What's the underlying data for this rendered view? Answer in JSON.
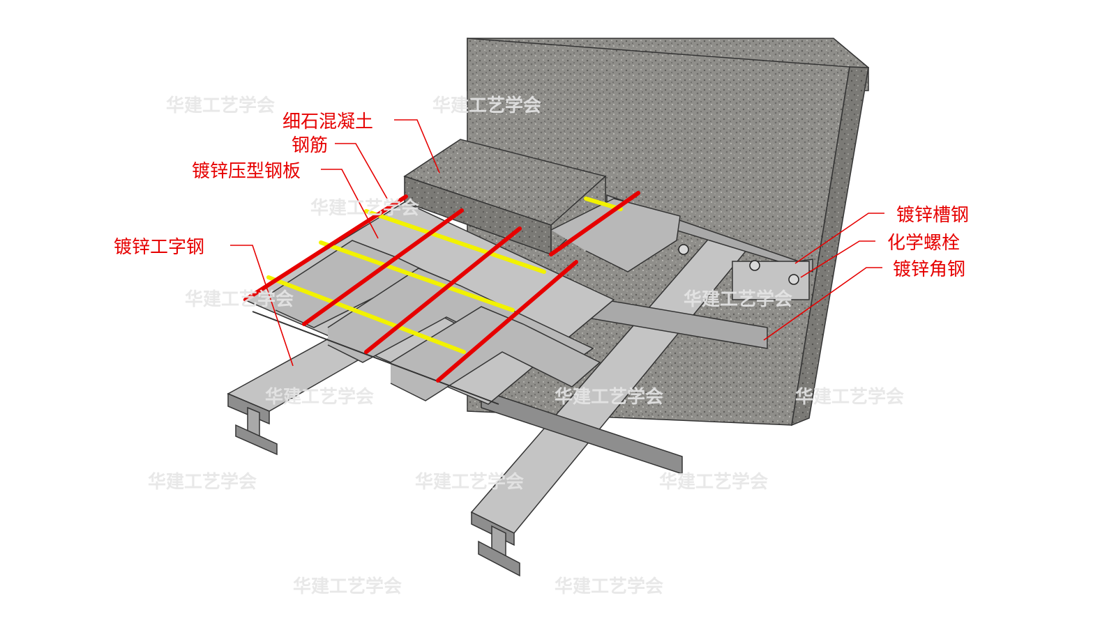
{
  "labels": {
    "fine_concrete": "细石混凝土",
    "rebar": "钢筋",
    "deck": "镀锌压型钢板",
    "i_beam": "镀锌工字钢",
    "channel": "镀锌槽钢",
    "bolt": "化学螺栓",
    "angle": "镀锌角钢"
  },
  "watermark": "华建工艺学会",
  "colors": {
    "label": "#e60000",
    "rebar_red": "#e60000",
    "rebar_yellow": "#f2f200",
    "wall": "#8c8b87",
    "steel": "#a9a9a9"
  }
}
